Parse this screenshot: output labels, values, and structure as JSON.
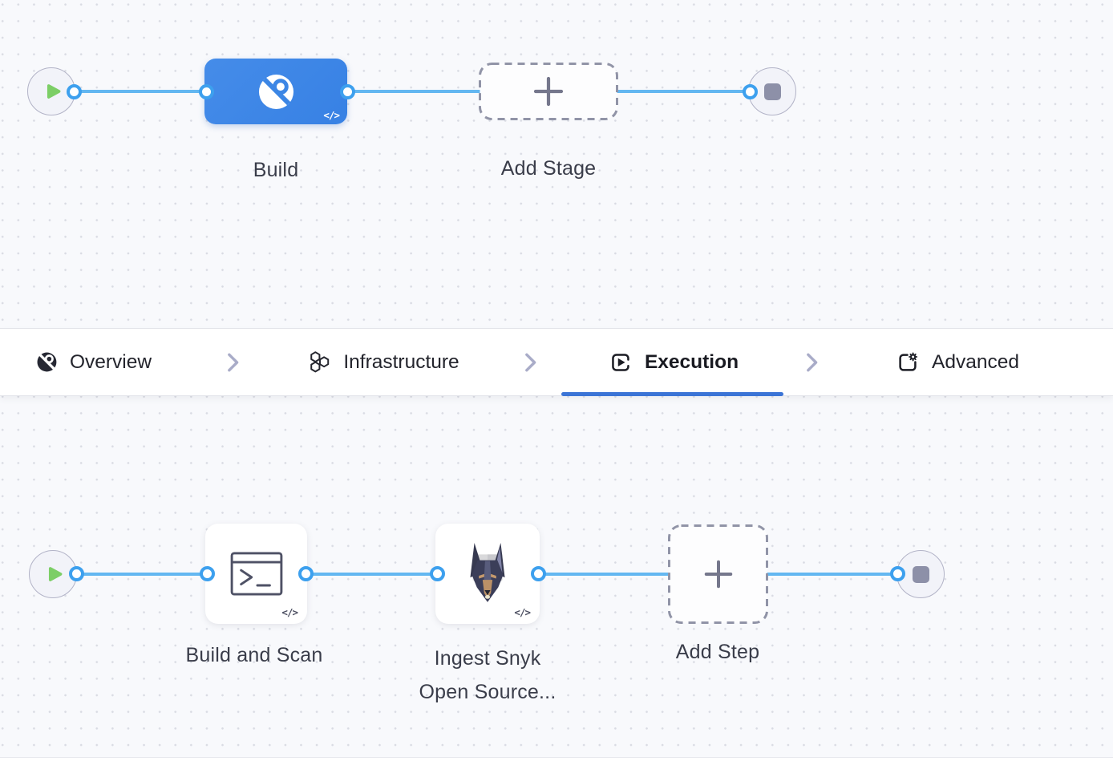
{
  "stage_canvas": {
    "stage": {
      "label": "Build"
    },
    "add_stage": {
      "label": "Add Stage"
    },
    "code_badge": "</>"
  },
  "tab_bar": {
    "active_tab": "Execution",
    "tabs": [
      {
        "label": "Overview",
        "icon": "ci-circle-icon"
      },
      {
        "label": "Infrastructure",
        "icon": "hexagons-icon"
      },
      {
        "label": "Execution",
        "icon": "play-square-icon"
      },
      {
        "label": "Advanced",
        "icon": "panel-gear-icon"
      }
    ]
  },
  "step_canvas": {
    "steps": [
      {
        "label": "Build and Scan",
        "icon": "terminal-icon"
      },
      {
        "label_line1": "Ingest Snyk",
        "label_line2": "Open Source...",
        "icon": "snyk-doberman-icon"
      }
    ],
    "add_step": {
      "label": "Add Step"
    },
    "code_badge": "</>"
  },
  "colors": {
    "stage_blue": "#3C86E5",
    "edge_blue": "#63B7F1",
    "connector_blue": "#3DA0EE",
    "active_tab_underline": "#3B74D6",
    "play_green": "#7CCE66",
    "stop_gray": "#8D90A8",
    "canvas_bg": "#F8F9FC"
  }
}
